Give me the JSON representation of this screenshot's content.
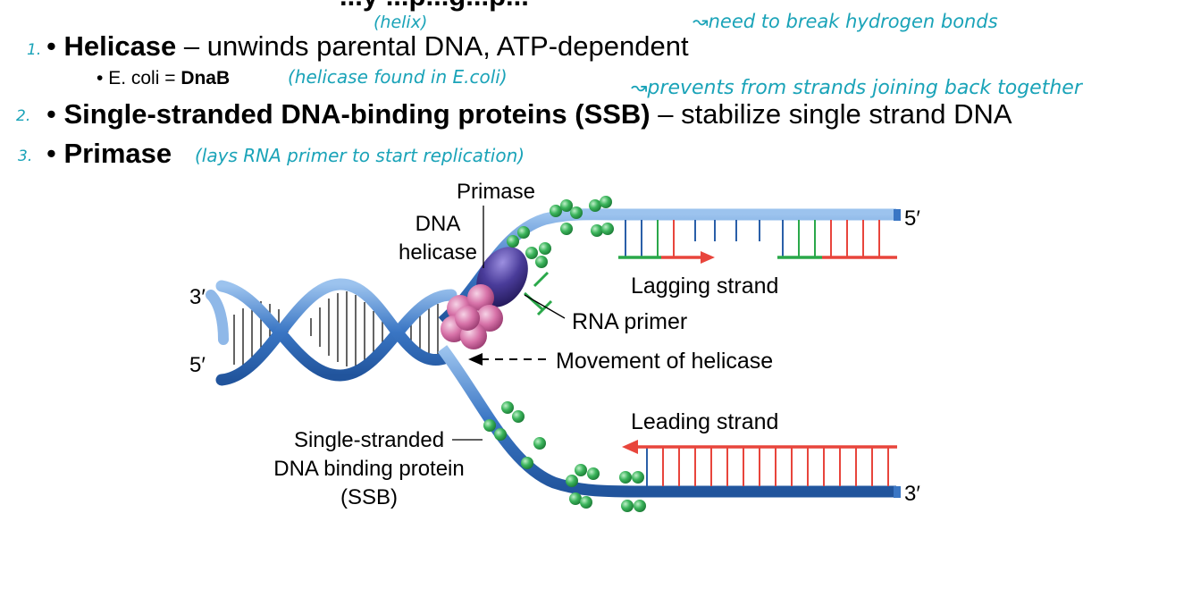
{
  "slide": {
    "partial_title": "...y ...p...g...p...",
    "bullets": [
      {
        "number": "1.",
        "term": "Helicase",
        "rest": " – unwinds parental DNA, ATP-dependent"
      },
      {
        "number": "2.",
        "term": "Single-stranded DNA-binding proteins (SSB)",
        "rest": " – stabilize single strand DNA"
      },
      {
        "number": "3.",
        "term": "Primase",
        "rest": ""
      }
    ],
    "sub_bullet": {
      "prefix": "E. coli = ",
      "term": "DnaB"
    }
  },
  "annotations": {
    "helix": "(helix)",
    "hydrogen": "↝need to break hydrogen bonds",
    "dnab": "(helicase found in E.coli)",
    "ssb": "↝prevents from strands joining back together",
    "primase": "(lays RNA primer to start replication)"
  },
  "diagram": {
    "labels": {
      "primase": "Primase",
      "dna": "DNA",
      "helicase": "helicase",
      "five_prime_top_right": "5′",
      "three_prime_left": "3′",
      "five_prime_left": "5′",
      "three_prime_bottom_right": "3′",
      "lagging": "Lagging strand",
      "rna_primer": "RNA primer",
      "movement": "Movement of helicase",
      "leading": "Leading strand",
      "ssb_line1": "Single-stranded",
      "ssb_line2": "DNA binding protein",
      "ssb_line3": "(SSB)"
    },
    "colors": {
      "dna_blue": "#3a76c4",
      "dna_light": "#8fb8e8",
      "new_strand_red": "#e8453c",
      "primer_green": "#2aa84a",
      "ssb_green": "#2fa84f",
      "helicase_pink": "#d772a8",
      "primase_purple": "#4a3c9a",
      "annotation_teal": "#1aa3b8"
    }
  }
}
